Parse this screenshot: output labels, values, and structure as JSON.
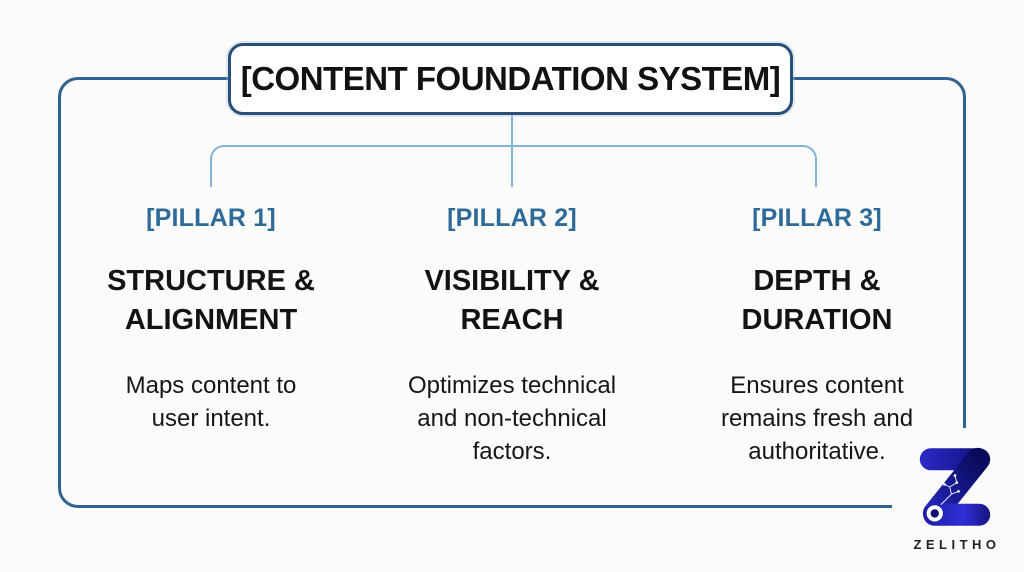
{
  "diagram": {
    "title": "[CONTENT FOUNDATION SYSTEM]",
    "pillars": [
      {
        "label": "[PILLAR 1]",
        "heading_lines": [
          "STRUCTURE &",
          "ALIGNMENT"
        ],
        "description_lines": [
          "Maps content to",
          "user intent."
        ]
      },
      {
        "label": "[PILLAR 2]",
        "heading_lines": [
          "VISIBILITY &",
          "REACH"
        ],
        "description_lines": [
          "Optimizes technical",
          "and non-technical",
          "factors."
        ]
      },
      {
        "label": "[PILLAR 3]",
        "heading_lines": [
          "DEPTH &",
          "DURATION"
        ],
        "description_lines": [
          "Ensures content",
          "remains fresh and",
          "authoritative."
        ]
      }
    ]
  },
  "branding": {
    "logo_icon": "zelitho-z-icon",
    "logo_text": "ZELITHO"
  },
  "colors": {
    "background": "#fbfbf9",
    "frame_border": "#2e6390",
    "title_border": "#2a4f74",
    "connector": "#82b4d8",
    "pillar_label": "#2e6b98",
    "text": "#131313",
    "logo_blue_dark": "#0c0c5e",
    "logo_blue_bright": "#2b2bd4"
  }
}
